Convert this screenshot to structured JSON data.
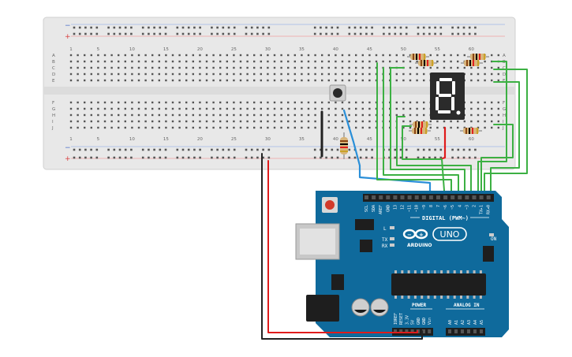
{
  "breadboard": {
    "column_numbers_top": [
      "1",
      "5",
      "10",
      "15",
      "20",
      "25",
      "30",
      "35",
      "40",
      "45",
      "50",
      "55",
      "60"
    ],
    "column_numbers_bottom": [
      "1",
      "5",
      "10",
      "15",
      "20",
      "25",
      "30",
      "35",
      "40",
      "45",
      "50",
      "55",
      "60"
    ],
    "row_letters_left_top": [
      "A",
      "B",
      "C",
      "D",
      "E"
    ],
    "row_letters_left_bottom": [
      "F",
      "G",
      "H",
      "I",
      "J"
    ],
    "row_letters_right_top": [
      "A",
      "B",
      "C",
      "D",
      "E"
    ],
    "row_letters_right_bottom": [
      "F",
      "G",
      "H",
      "I",
      "J"
    ],
    "rail_plus": "+",
    "rail_minus": "−"
  },
  "display": {
    "digit": "8."
  },
  "arduino": {
    "brand": "ARDUINO",
    "model": "UNO",
    "digital_header": "DIGITAL (PWM~)",
    "analog_header": "ANALOG IN",
    "power_header": "POWER",
    "on_label": "ON",
    "tx_label": "TX",
    "rx_label": "RX",
    "l_label": "L",
    "top_pins": [
      "SCL",
      "SDA",
      "AREF",
      "GND",
      "13",
      "12",
      "~11",
      "~10",
      "~9",
      "8",
      "7",
      "~6",
      "~5",
      "4",
      "~3",
      "2",
      "TX▸1",
      "RX◂0"
    ],
    "power_pins": [
      "IOREF",
      "RESET",
      "3.3V",
      "5V",
      "GND",
      "GND",
      "Vin"
    ],
    "analog_pins": [
      "A0",
      "A1",
      "A2",
      "A3",
      "A4",
      "A5"
    ]
  },
  "colors": {
    "board_bg": "#e8e8e8",
    "arduino_blue": "#0f6a9c",
    "wire_green": "#3cb043",
    "wire_blue": "#2a8fd8",
    "wire_red": "#e01b1b",
    "wire_black": "#222222",
    "segment_on": "#ffffff",
    "display_body": "#2b2b2b"
  }
}
